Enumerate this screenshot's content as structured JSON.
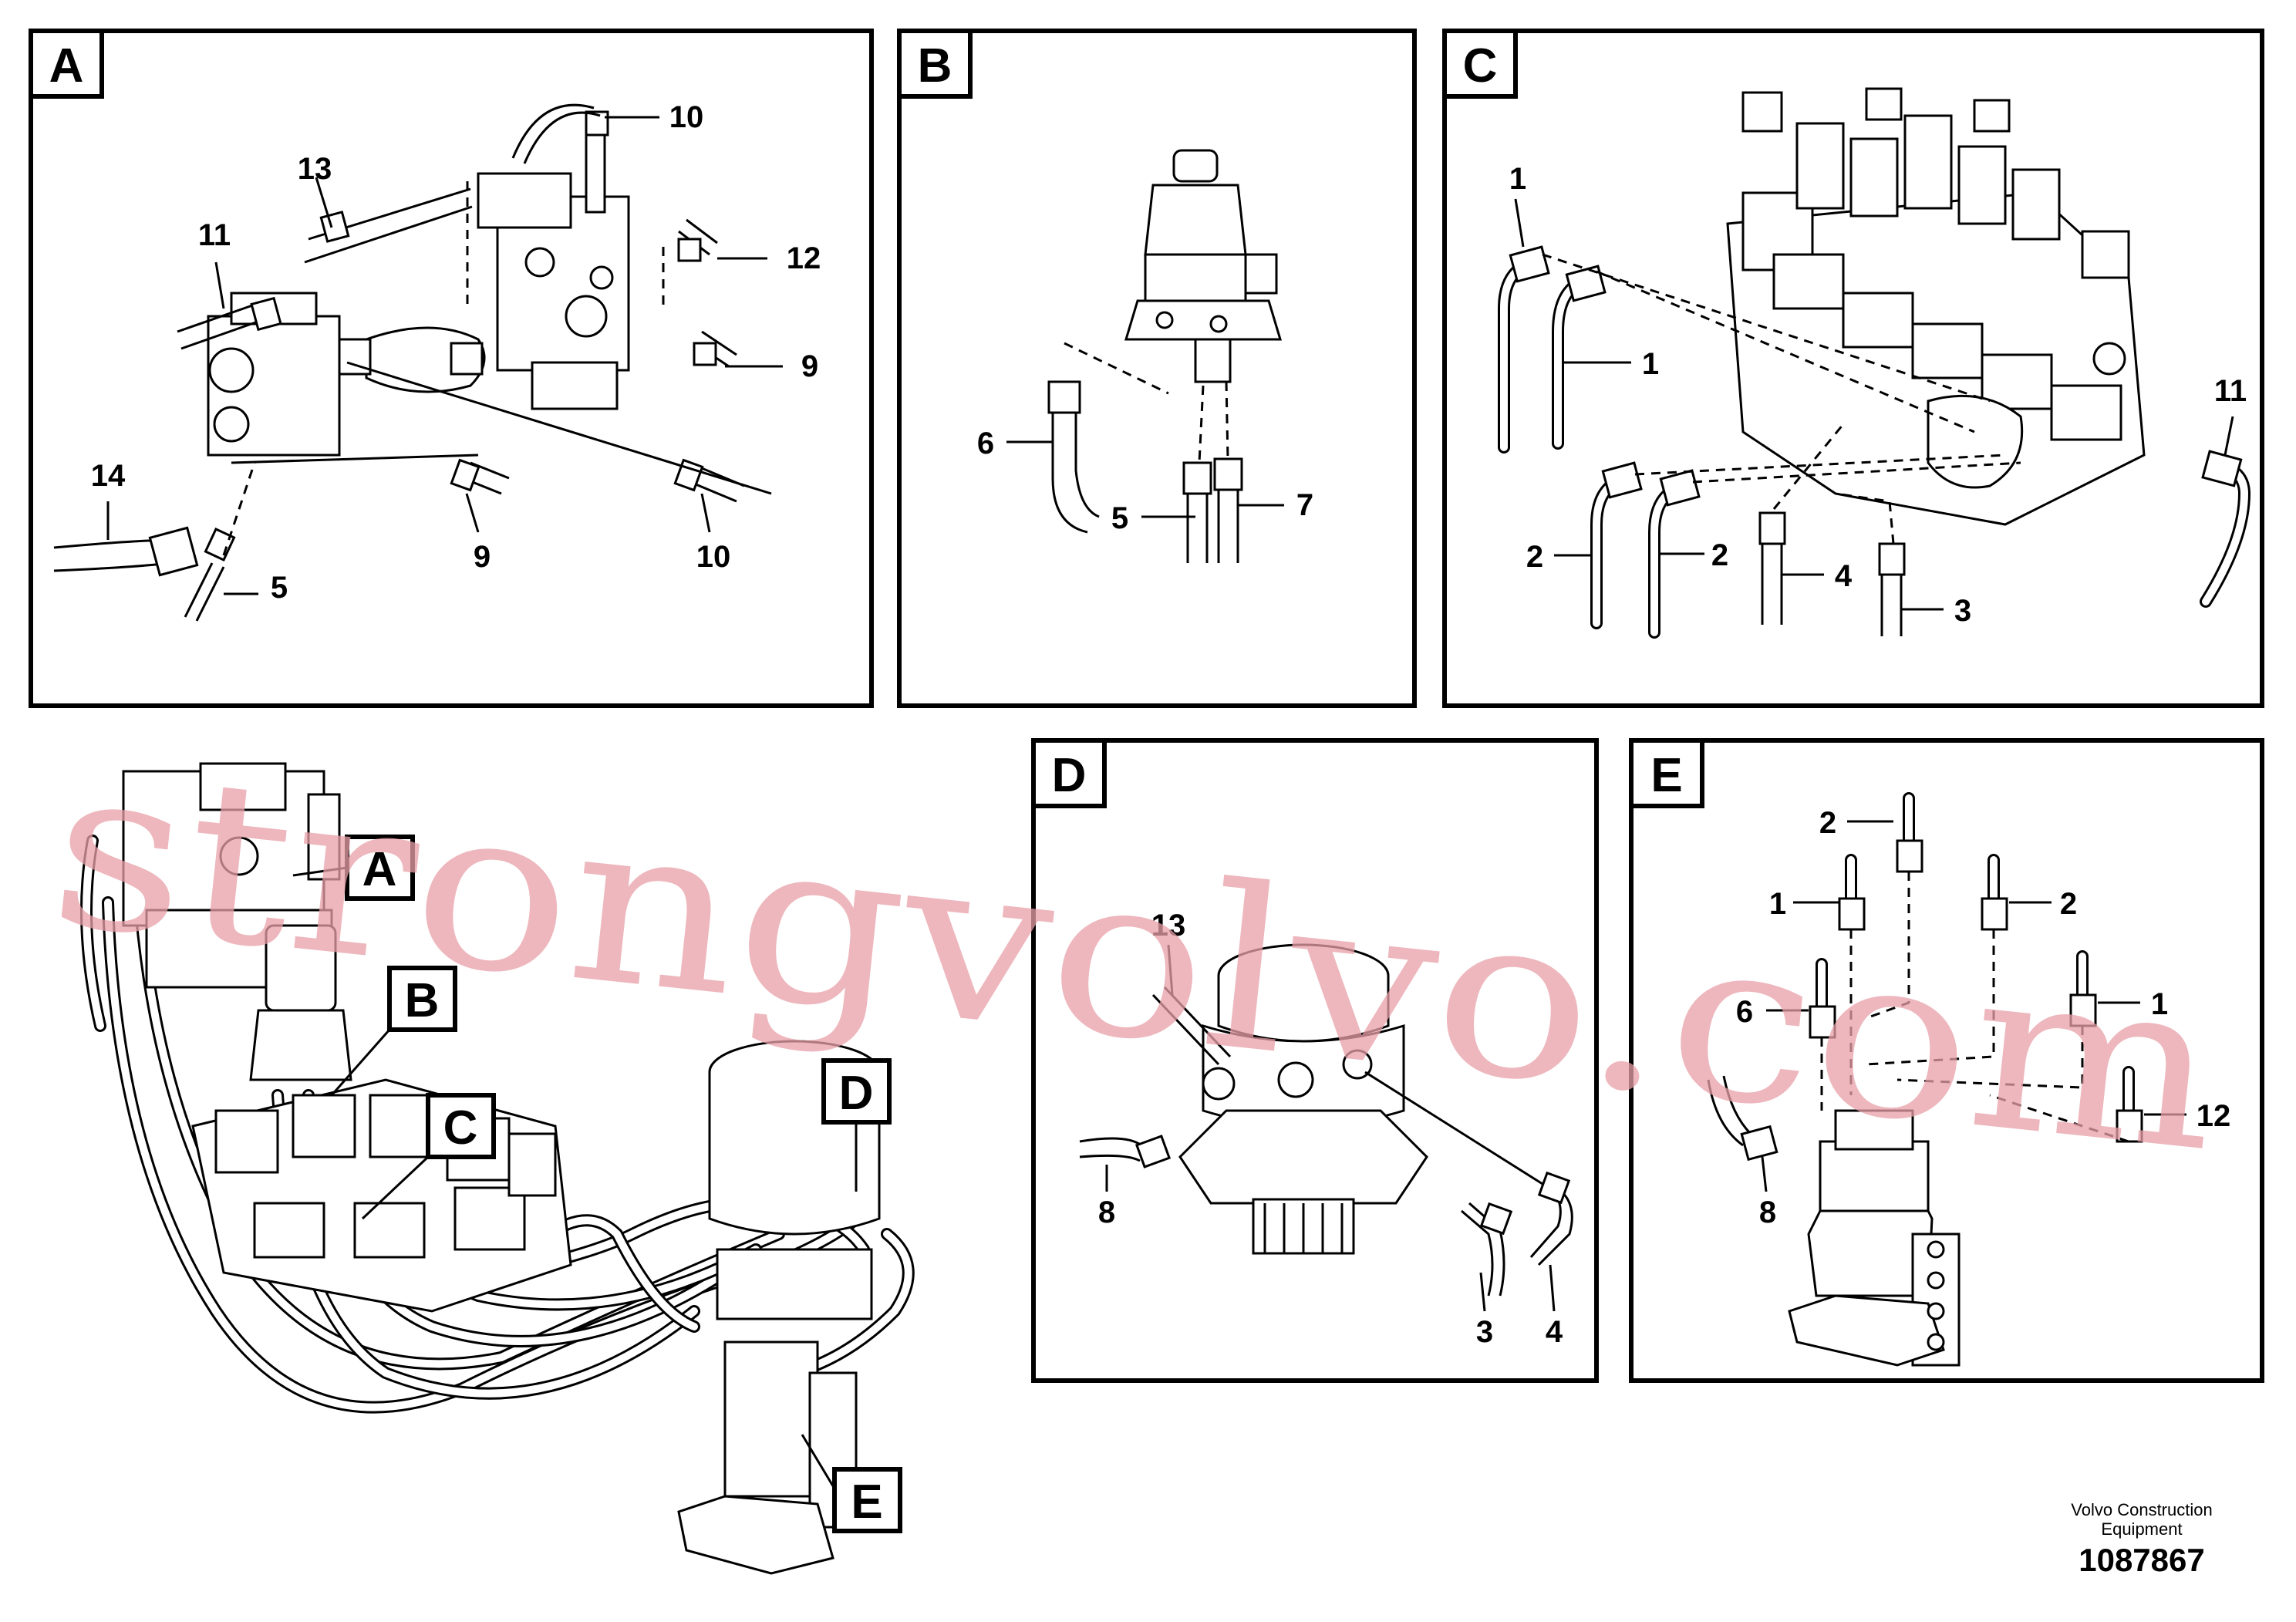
{
  "panels": {
    "A": {
      "tag": "A",
      "callouts": [
        "10",
        "13",
        "11",
        "12",
        "9",
        "14",
        "9",
        "5",
        "10"
      ]
    },
    "B": {
      "tag": "B",
      "callouts": [
        "6",
        "5",
        "7"
      ]
    },
    "C": {
      "tag": "C",
      "callouts": [
        "1",
        "1",
        "11",
        "2",
        "2",
        "4",
        "3"
      ]
    },
    "D": {
      "tag": "D",
      "callouts": [
        "13",
        "8",
        "3",
        "4"
      ]
    },
    "E": {
      "tag": "E",
      "callouts": [
        "2",
        "1",
        "2",
        "6",
        "1",
        "12",
        "8"
      ]
    }
  },
  "overview": {
    "tags": [
      "A",
      "B",
      "C",
      "D",
      "E"
    ]
  },
  "watermark": "strongvolvo.com",
  "footer": {
    "company_line1": "Volvo Construction",
    "company_line2": "Equipment",
    "drawing_number": "1087867"
  }
}
